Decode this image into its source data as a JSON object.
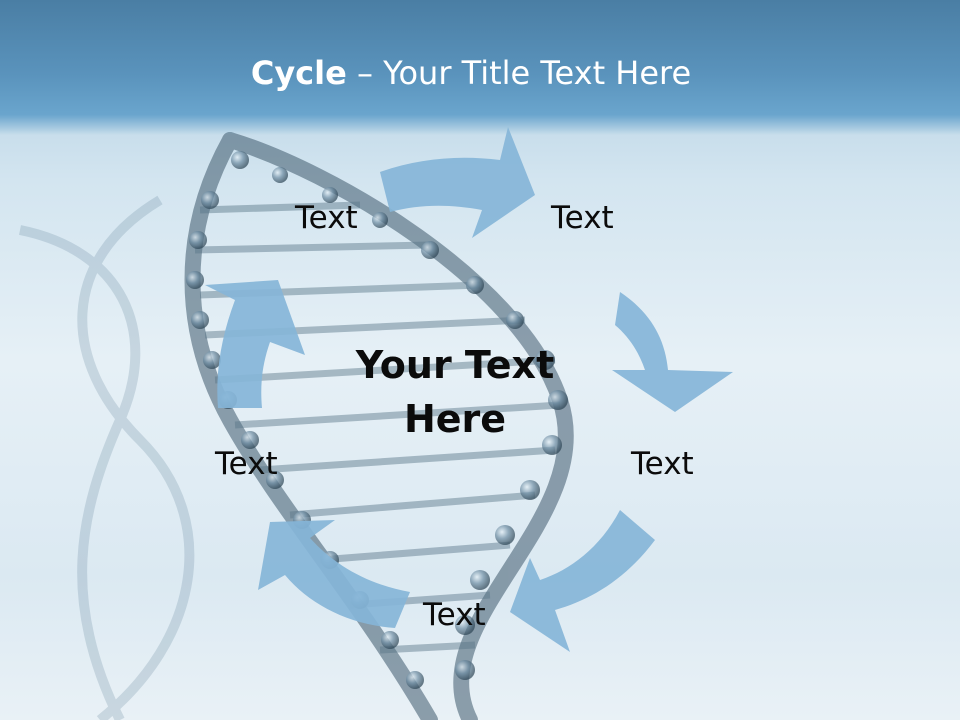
{
  "slide": {
    "title_bold": "Cycle",
    "title_rest": " – Your Title Text Here"
  },
  "cycle": {
    "center_text": "Your Text Here",
    "items": [
      "Text",
      "Text",
      "Text",
      "Text",
      "Text"
    ],
    "arrow_color": "#85b5d8"
  }
}
